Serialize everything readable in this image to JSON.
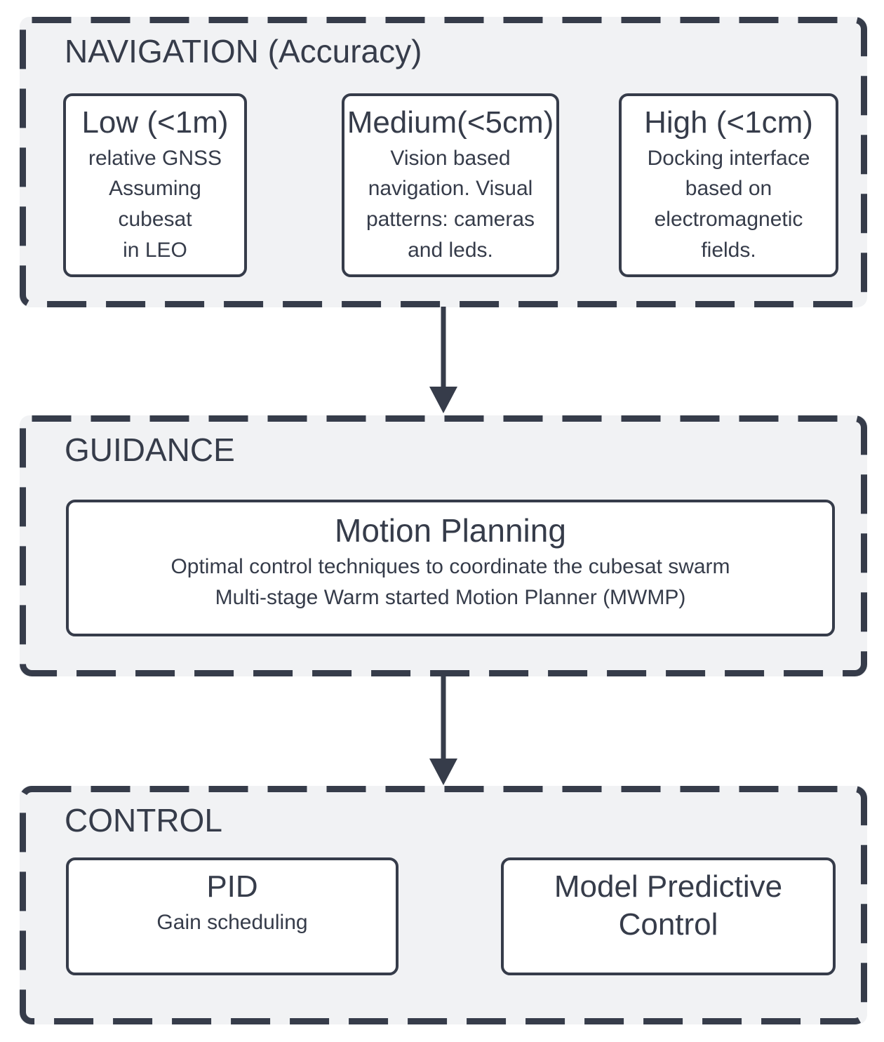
{
  "colors": {
    "ink": "#363c4a",
    "panel_bg": "#f1f2f4",
    "node_bg": "#ffffff"
  },
  "sections": {
    "navigation": {
      "title": "NAVIGATION (Accuracy)",
      "boxes": [
        {
          "title": "Low (<1m)",
          "body": "relative GNSS\nAssuming cubesat\nin LEO"
        },
        {
          "title": "Medium(<5cm)",
          "body": "Vision based\nnavigation. Visual\npatterns: cameras\nand leds."
        },
        {
          "title": "High (<1cm)",
          "body": "Docking interface\nbased on\nelectromagnetic\nfields."
        }
      ]
    },
    "guidance": {
      "title": "GUIDANCE",
      "boxes": [
        {
          "title": "Motion Planning",
          "body": "Optimal control techniques to coordinate the cubesat swarm\nMulti-stage Warm started Motion Planner (MWMP)"
        }
      ]
    },
    "control": {
      "title": "CONTROL",
      "boxes": [
        {
          "title": "PID",
          "body": "Gain scheduling"
        },
        {
          "title": "Model Predictive Control",
          "body": ""
        }
      ]
    }
  }
}
